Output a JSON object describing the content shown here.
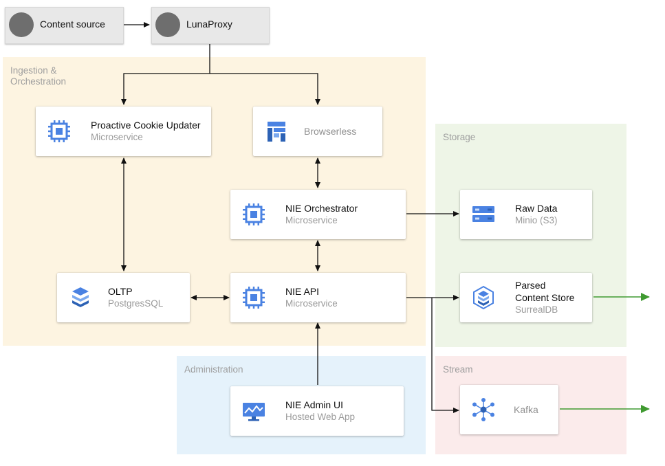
{
  "zones": {
    "ingestion": "Ingestion &\nOrchestration",
    "storage": "Storage",
    "administration": "Administration",
    "stream": "Stream"
  },
  "top_nodes": {
    "content_source": "Content source",
    "lunaproxy": "LunaProxy"
  },
  "nodes": {
    "cookie_updater": {
      "title": "Proactive Cookie Updater",
      "sub": "Microservice"
    },
    "browserless": {
      "title": "Browserless"
    },
    "orchestrator": {
      "title": "NIE Orchestrator",
      "sub": "Microservice"
    },
    "raw_data": {
      "title": "Raw Data",
      "sub": "Minio (S3)"
    },
    "oltp": {
      "title": "OLTP",
      "sub": "PostgresSQL"
    },
    "nie_api": {
      "title": "NIE API",
      "sub": "Microservice"
    },
    "parsed_store": {
      "title": "Parsed\nContent Store",
      "sub": "SurrealDB"
    },
    "admin_ui": {
      "title": "NIE Admin UI",
      "sub": "Hosted Web App"
    },
    "kafka": {
      "title": "Kafka"
    }
  },
  "colors": {
    "ingestion_bg": "#fdf4e1",
    "storage_bg": "#eef5e7",
    "administration_bg": "#e5f2fb",
    "stream_bg": "#fbebeb",
    "icon_blue": "#4a82e2",
    "output_arrow": "#3f9a30"
  },
  "icons": {
    "cookie_updater": "chip-icon",
    "browserless": "browserless-logo-icon",
    "orchestrator": "chip-icon",
    "raw_data": "storage-server-icon",
    "oltp": "database-layers-icon",
    "nie_api": "chip-icon",
    "parsed_store": "cube-stack-icon",
    "admin_ui": "monitor-icon",
    "kafka": "kafka-cluster-icon"
  }
}
